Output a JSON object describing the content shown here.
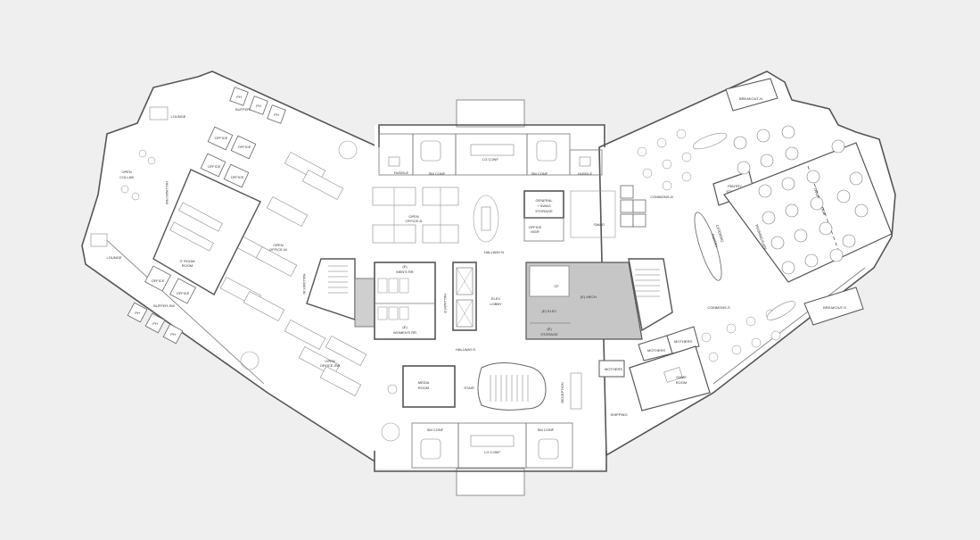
{
  "rooms": {
    "huddle_n": "HUDDLE",
    "sm_conf_n1": "SM CONF",
    "lg_conf_n": "LG CONF",
    "sm_conf_n2": "SM CONF",
    "huddle_ne": "HUDDLE",
    "open_office_n_1": "OPEN",
    "open_office_n_2": "OFFICE-N",
    "general_storage_1": "GENERAL",
    "general_storage_2": "+ SWAG",
    "general_storage_3": "STORAGE",
    "office_mgr_1": "OFFICE",
    "office_mgr_2": "MGR",
    "swag": "SWAG",
    "hallway_n": "HALLWAY-N",
    "mens_rr_1": "(E)",
    "mens_rr_2": "MEN'S RR",
    "womens_rr_1": "(E)",
    "womens_rr_2": "WOMEN'S RR",
    "hallway_e": "HALLWAY-E",
    "elev_lobby_1": "ELEV",
    "elev_lobby_2": "LOBBY",
    "cf": "CF",
    "e_mech": "(E) MECH",
    "e_elec": "(E) ELEC",
    "e_storage_1": "(E)",
    "e_storage_2": "STORAGE",
    "hallway_s": "HALLWAY-S",
    "media_room_1": "MEDIA",
    "media_room_2": "ROOM",
    "stair_main": "STAIR",
    "reception": "RECEPTION",
    "sm_conf_s1": "SM CONF",
    "lg_conf_s": "LG CONF",
    "sm_conf_s2": "SM CONF",
    "open_office_s_1": "OPEN",
    "open_office_s_2": "OFFICE-SW",
    "hallway_w": "HALLWAY-W",
    "open_office_w_1": "OPEN",
    "open_office_w_2": "OFFICE-W",
    "it_room_1": "IT ROOM",
    "it_room_2": "ROOM",
    "open_collab_1": "OPEN",
    "open_collab_2": "COLLAB",
    "hallway_nw": "HALLWAY-NW",
    "lounge_nw": "LOUNGE",
    "lounge_w": "LOUNGE",
    "buffer_nw": "BUFFER-NW",
    "buffer_sw": "BUFFER-SW",
    "office": "OFFICE",
    "ph": "PH",
    "commons_n": "COMMONS-N",
    "commons_s": "COMMONS-S",
    "breakout_n": "BREAKOUT-N",
    "breakout_s": "BREAKOUT-S",
    "pantry_1": "PANTRY",
    "pantry_2": "STORAGE",
    "training_1": "TRAINING/CAFE",
    "catering_1": "CATERING",
    "catering_2": "PANTRY",
    "training_room": "TRAINING ROOM",
    "mothers_1": "MOTHERS",
    "mothers_2": "MOTHERS",
    "game_room_1": "GAME",
    "game_room_2": "ROOM",
    "shipping": "SHIPPING"
  }
}
